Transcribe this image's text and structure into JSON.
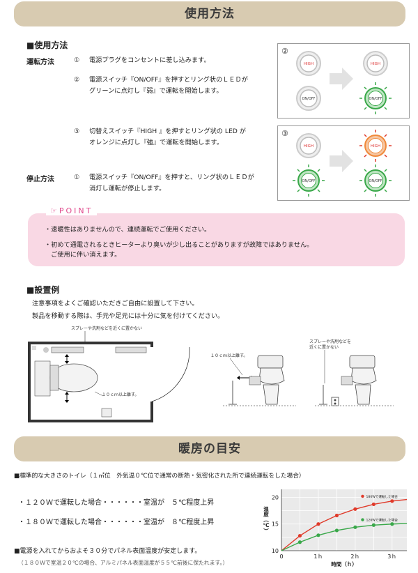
{
  "sections": {
    "usage": {
      "title": "使用方法"
    },
    "heating": {
      "title": "暖房の目安"
    }
  },
  "usage": {
    "subheading": "■使用方法",
    "operation_label": "運転方法",
    "stop_label": "停止方法",
    "steps": [
      {
        "num": "①",
        "lines": [
          "電源プラグをコンセントに差し込みます。"
        ]
      },
      {
        "num": "②",
        "lines": [
          "電源スイッチ『ON/OFF』を押すとリング状のＬＥＤが",
          "グリーンに点灯し『弱』で運転を開始します。"
        ]
      },
      {
        "num": "③",
        "lines": [
          "切替えスイッチ『HIGH 』を押すとリング状の LED が",
          "オレンジに点灯し『強』で運転を開始します。"
        ]
      }
    ],
    "stop_step": {
      "num": "①",
      "lines": [
        "電源スイッチ『ON/OFF』を押すと、リング状のＬＥＤが",
        "消灯し運転が停止します。"
      ]
    },
    "panels": [
      {
        "num": "②",
        "high_label": "HIGH",
        "onoff_label": "ON/OFF"
      },
      {
        "num": "③",
        "high_label": "HIGH",
        "onoff_label": "ON/OFF"
      }
    ]
  },
  "point": {
    "tag": "☞POINT",
    "items": [
      "・速暖性はありませんので、連続運転でご使用ください。",
      "・初めて通電されるときヒーターより臭いが少し出ることがありますが故障ではありません。",
      "　ご使用に伴い消えます。"
    ]
  },
  "install": {
    "subheading": "■設置例",
    "lines": [
      "注意事項をよくご確認いただきご自由に設置して下さい。",
      "製品を移動する際は、手元や足元には十分に気を付けてください。"
    ],
    "plan_labels": {
      "spray_note": "スプレーや洗剤などを近くに置かない",
      "distance": "１０ｃｍ以上離す。"
    },
    "side_label_distance": "１０ｃｍ以上離す。",
    "side_label_spray": [
      "スプレーや洗剤などを",
      "近くに置かない"
    ]
  },
  "heating": {
    "condition": "■標準的な大きさのトイレ（１㎡位　外気温０℃位で通常の断熱・気密化された所で連続運転をした場合）",
    "results": [
      "・１２０Ｗで運転した場合・・・・・・室温が　５℃程度上昇",
      "・１８０Ｗで運転した場合・・・・・・室温が　８℃程度上昇"
    ],
    "note1": "■電源を入れてからおよそ３０分でパネル表面温度が安定します。",
    "note2": "（１８０Ｗで室温２０℃の場合、アルミパネル表面温度が５５℃前後に保たれます。）"
  },
  "chart_data": {
    "type": "line",
    "xlabel": "時間（ｈ）",
    "ylabel": "温度（℃）",
    "xlim": [
      0,
      3.4
    ],
    "ylim": [
      10,
      21.5
    ],
    "xticks": [
      {
        "v": 0,
        "label": "0"
      },
      {
        "v": 1,
        "label": "1ｈ"
      },
      {
        "v": 2,
        "label": "2ｈ"
      },
      {
        "v": 3,
        "label": "3ｈ"
      }
    ],
    "yticks": [
      {
        "v": 10,
        "label": "10"
      },
      {
        "v": 15,
        "label": "15"
      },
      {
        "v": 20,
        "label": "20"
      }
    ],
    "grid": true,
    "series": [
      {
        "name": "180Wで運転した場合",
        "color": "#e03a2a",
        "x": [
          0,
          0.5,
          1,
          1.5,
          2,
          2.5,
          3,
          3.4
        ],
        "y": [
          10,
          12.8,
          15,
          16.6,
          17.8,
          18.7,
          19.3,
          19.6
        ],
        "markers_x": [
          0.5,
          1,
          1.5,
          2,
          2.5,
          3
        ]
      },
      {
        "name": "120Wで運転した場合",
        "color": "#3aa84a",
        "x": [
          0,
          0.5,
          1,
          1.5,
          2,
          2.5,
          3,
          3.4
        ],
        "y": [
          10,
          11.6,
          12.9,
          13.8,
          14.4,
          14.8,
          15.0,
          15.1
        ],
        "markers_x": [
          0.5,
          1,
          1.5,
          2,
          2.5,
          3
        ]
      }
    ],
    "legend": "top-right"
  },
  "colors": {
    "band": "#d8cbb1",
    "point_bg": "#f9d8e4",
    "point_text": "#e0478b",
    "green": "#3aa84a",
    "orange": "#f08a3c",
    "red_ring": "#e03a2a"
  }
}
